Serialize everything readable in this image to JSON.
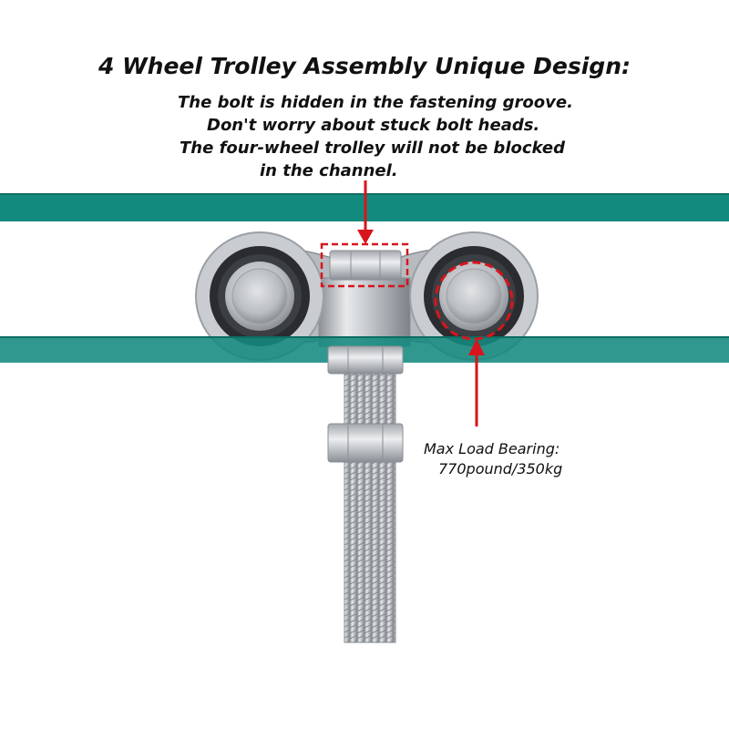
{
  "heading": "4 Wheel Trolley Assembly Unique Design:",
  "description": [
    "The bolt is hidden in the fastening groove.",
    "Don't worry about stuck bolt heads.",
    "The four-wheel trolley will not be blocked",
    "in the channel."
  ],
  "load_callout": {
    "line1": "Max Load Bearing:",
    "line2": "770pound/350kg"
  },
  "colors": {
    "channel": "#138a7e",
    "callout_marker": "#d8141c",
    "text": "#111111"
  }
}
